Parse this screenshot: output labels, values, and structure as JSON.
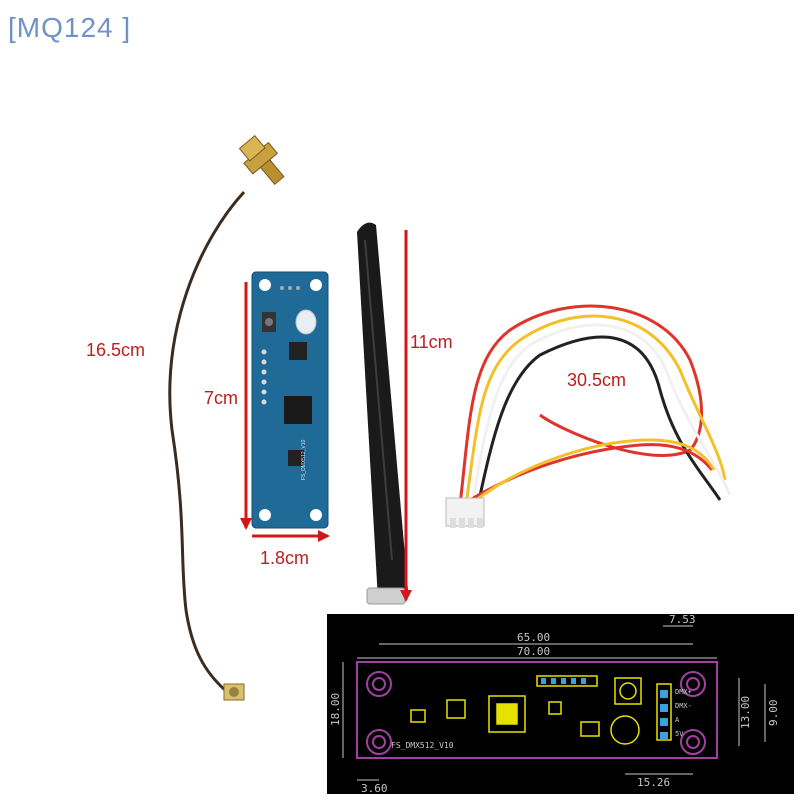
{
  "badge": "[MQ124 ]",
  "dimensions": {
    "cable_length": "16.5cm",
    "board_length": "7cm",
    "board_width": "1.8cm",
    "antenna_length": "11cm",
    "wire_length": "30.5cm"
  },
  "board_silkscreen": "FS_DMX512_V10",
  "cad": {
    "dim_65": "65.00",
    "dim_70": "70.00",
    "dim_753": "7.53",
    "dim_18": "18.00",
    "dim_13": "13.00",
    "dim_9": "9.00",
    "dim_360": "3.60",
    "dim_1526": "15.26",
    "label": "FS_DMX512_V10",
    "pin_labels": [
      "DMX+",
      "DMX-",
      "A",
      "5V"
    ]
  },
  "colors": {
    "pcb": "#1f6a96",
    "antenna": "#1a1a1a",
    "wire_red": "#e0332b",
    "wire_yellow": "#f2c02a",
    "wire_white": "#f1f1f1",
    "wire_black": "#222222",
    "dimension_text": "#b82020",
    "badge_text": "#6f92c8",
    "cad_background": "#000000",
    "cad_outline": "#a040a0",
    "cad_copper": "#e8e000"
  }
}
